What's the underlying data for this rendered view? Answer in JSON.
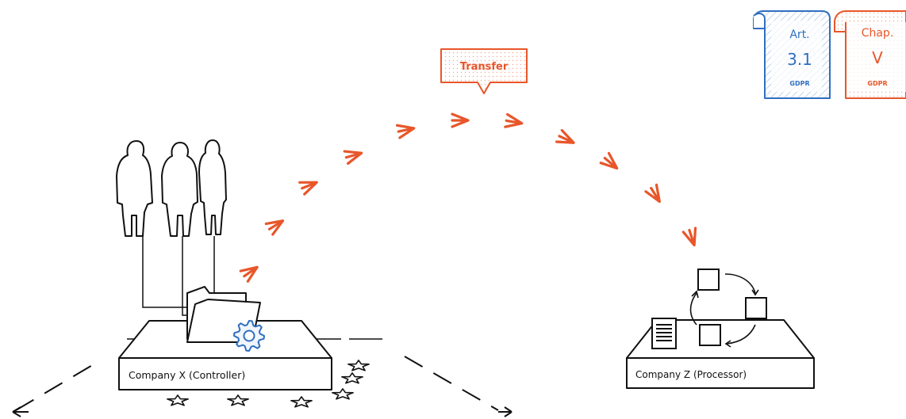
{
  "transfer": {
    "label": "Transfer"
  },
  "controller": {
    "label": "Company X (Controller)"
  },
  "processor": {
    "label": "Company Z (Processor)"
  },
  "badges": {
    "art": {
      "line1": "Art.",
      "line2": "3.1",
      "line3": "GDPR"
    },
    "chap": {
      "line1": "Chap.",
      "line2": "V",
      "line3": "GDPR"
    }
  },
  "colors": {
    "orange": "#e8562a",
    "blue": "#2f6fc0",
    "ink": "#111111"
  }
}
